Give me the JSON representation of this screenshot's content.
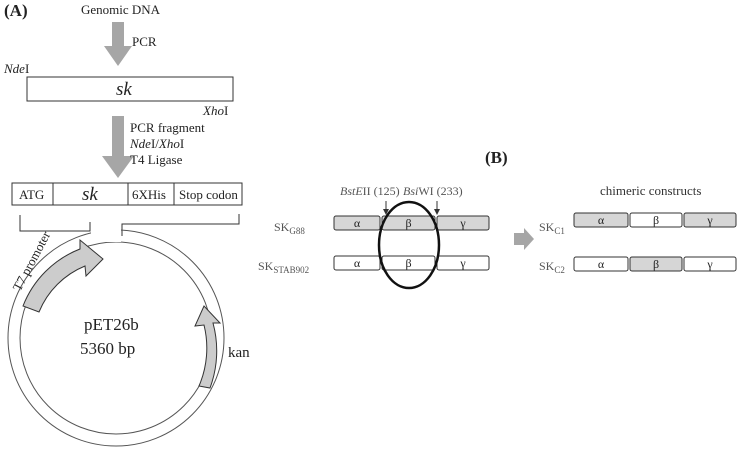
{
  "panel_a": {
    "label": "(A)",
    "genomic_dna": "Genomic DNA",
    "pcr": "PCR",
    "nde_label_it": "Nde",
    "nde_label_roman": "I",
    "sk_gene": "sk",
    "xho_label_it": "Xho",
    "xho_label_roman": "I",
    "step2_line1": "PCR fragment",
    "step2_line2_a": "Nde",
    "step2_line2_b": "I/",
    "step2_line2_c": "Xho",
    "step2_line2_d": "I",
    "step2_line3": "T4 Ligase",
    "construct": {
      "atg": "ATG",
      "sk": "sk",
      "his": "6XHis",
      "stop": "Stop codon"
    },
    "t7_promoter": "T7 promoter",
    "plasmid_name": "pET26b",
    "plasmid_size": "5360 bp",
    "kan": "kan"
  },
  "panel_b": {
    "label": "(B)",
    "bst_it": "BstE",
    "bst_rest": "II (125)",
    "bsi_it": "Bsi",
    "bsi_rest": "WI (233)",
    "chimeric_title": "chimeric constructs",
    "rows": [
      {
        "name_main": "SK",
        "name_sub": "G88",
        "segments": [
          "α",
          "β",
          "γ"
        ],
        "shaded": [
          true,
          true,
          true
        ]
      },
      {
        "name_main": "SK",
        "name_sub": "STAB902",
        "segments": [
          "α",
          "β",
          "γ"
        ],
        "shaded": [
          false,
          false,
          false
        ]
      },
      {
        "name_main": "SK",
        "name_sub": "C1",
        "segments": [
          "α",
          "β",
          "γ"
        ],
        "shaded": [
          true,
          false,
          true
        ]
      },
      {
        "name_main": "SK",
        "name_sub": "C2",
        "segments": [
          "α",
          "β",
          "γ"
        ],
        "shaded": [
          false,
          true,
          false
        ]
      }
    ]
  },
  "colors": {
    "arrow_gray": "#a6a6a6",
    "segment_shade": "#d6d6d6",
    "outline": "#333333"
  }
}
